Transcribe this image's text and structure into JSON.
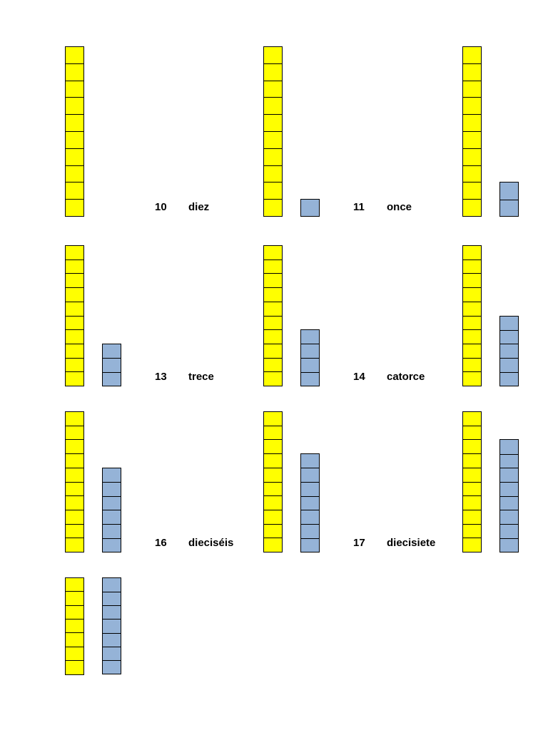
{
  "colors": {
    "ten": "#ffff00",
    "one": "#95b3d7",
    "outline": "#000000"
  },
  "items": [
    {
      "tens": 1,
      "ones": 0,
      "number": "10",
      "word": "diez"
    },
    {
      "tens": 1,
      "ones": 1,
      "number": "11",
      "word": "once"
    },
    {
      "tens": 1,
      "ones": 2,
      "number": "",
      "word": ""
    },
    {
      "tens": 1,
      "ones": 3,
      "number": "13",
      "word": "trece"
    },
    {
      "tens": 1,
      "ones": 4,
      "number": "14",
      "word": "catorce"
    },
    {
      "tens": 1,
      "ones": 5,
      "number": "",
      "word": ""
    },
    {
      "tens": 1,
      "ones": 6,
      "number": "16",
      "word": "dieciséis"
    },
    {
      "tens": 1,
      "ones": 7,
      "number": "17",
      "word": "diecisiete"
    },
    {
      "tens": 1,
      "ones": 8,
      "number": "",
      "word": ""
    },
    {
      "tens": 1,
      "ones": 7,
      "number": "",
      "word": ""
    }
  ]
}
